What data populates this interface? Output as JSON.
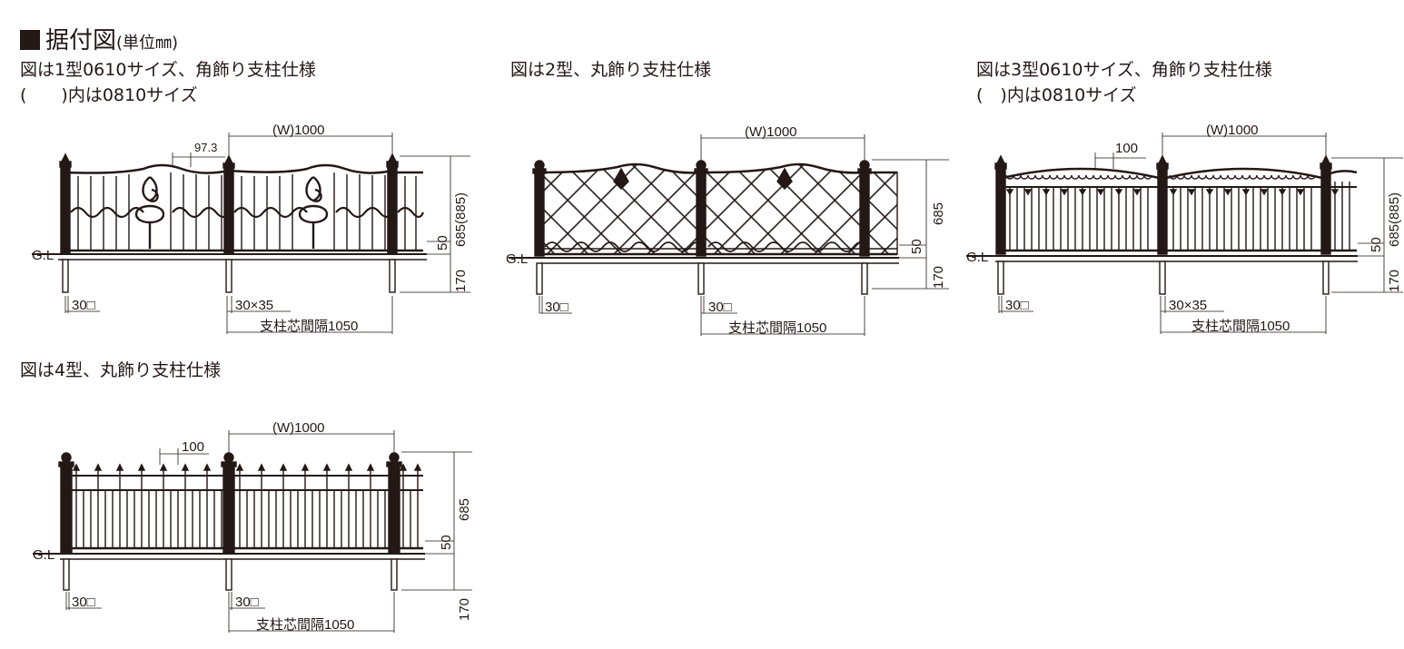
{
  "heading": {
    "title": "据付図",
    "unit": "(単位㎜)"
  },
  "panels": {
    "type1": {
      "caption": "図は1型0610サイズ、角飾り支柱仕様",
      "caption2": "(　　)内は0810サイズ",
      "width": "(W)1000",
      "spacing": "97.3",
      "height": "685(885)",
      "h50": "50",
      "h170": "170",
      "gl": "G.L",
      "post_a": "30□",
      "post_b": "30×35",
      "pitch": "支柱芯間隔1050"
    },
    "type2": {
      "caption": "図は2型、丸飾り支柱仕様",
      "width": "(W)1000",
      "height": "685",
      "h50": "50",
      "h170": "170",
      "gl": "G.L",
      "post_a": "30□",
      "post_b": "30□",
      "pitch": "支柱芯間隔1050"
    },
    "type3": {
      "caption": "図は3型0610サイズ、角飾り支柱仕様",
      "caption2": "(　)内は0810サイズ",
      "width": "(W)1000",
      "spacing": "100",
      "height": "685(885)",
      "h50": "50",
      "h170": "170",
      "gl": "G.L",
      "post_a": "30□",
      "post_b": "30×35",
      "pitch": "支柱芯間隔1050"
    },
    "type4": {
      "caption": "図は4型、丸飾り支柱仕様",
      "width": "(W)1000",
      "spacing": "100",
      "height": "685",
      "h50": "50",
      "h170": "170",
      "gl": "G.L",
      "post_a": "30□",
      "post_b": "30□",
      "pitch": "支柱芯間隔1050"
    }
  }
}
